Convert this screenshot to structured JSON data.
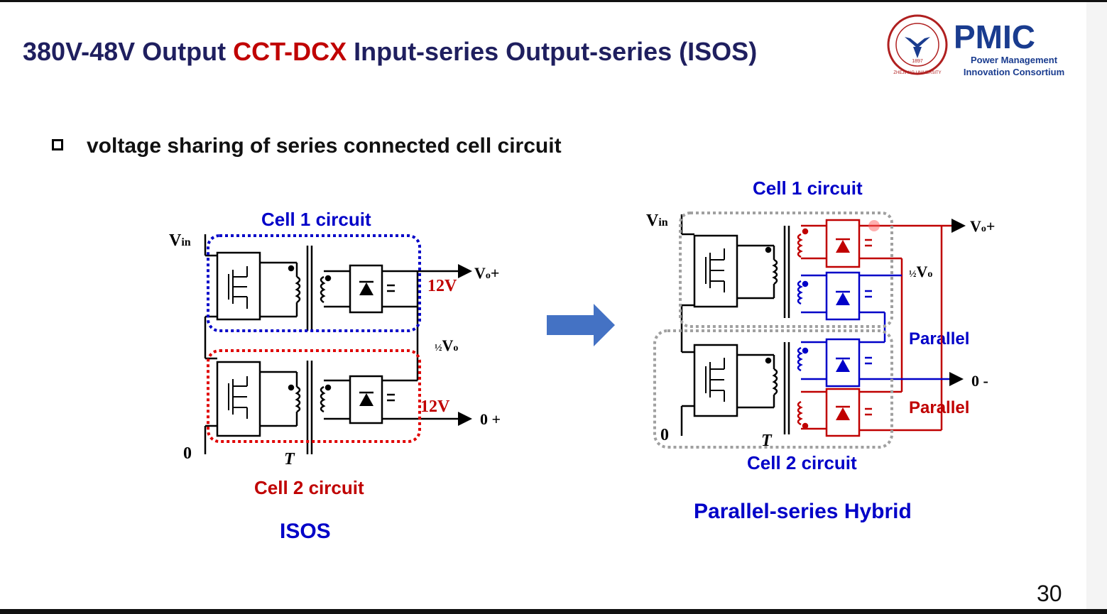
{
  "title": {
    "prefix": "380V-48V Output ",
    "highlight": "CCT-DCX",
    "suffix": " Input-series Output-series (ISOS)"
  },
  "bullet": "voltage sharing of series connected cell circuit",
  "page_number": "30",
  "logo": {
    "text": "PMIC",
    "sub1": "Power Management",
    "sub2": "Innovation Consortium",
    "seal_text": "ZHEJIANG UNIVERSITY",
    "seal_year": "1897"
  },
  "left": {
    "cell1": "Cell 1 circuit",
    "cell2": "Cell 2 circuit",
    "caption": "ISOS",
    "vin": "V",
    "vin_sub": "in",
    "zero": "0",
    "t": "T",
    "vo_plus": "V",
    "vo_plus_sub": "o",
    "vo_plus_sign": "+",
    "half_vo": "V",
    "half_vo_sub": "o",
    "v1": "12V",
    "v2": "12V",
    "zero_plus": "0 +"
  },
  "right": {
    "cell1": "Cell 1 circuit",
    "cell2": "Cell 2 circuit",
    "caption": "Parallel-series Hybrid",
    "parallel1": "Parallel",
    "parallel2": "Parallel",
    "vin": "V",
    "vin_sub": "in",
    "zero": "0",
    "t": "T",
    "vo_plus": "V",
    "vo_plus_sub": "o",
    "vo_plus_sign": "+",
    "half_vo": "V",
    "half_vo_sub": "o",
    "zero_minus": "0  -"
  },
  "colors": {
    "title": "#1f1f5f",
    "highlight": "#c00000",
    "blue": "#0000c8",
    "red": "#c00000",
    "arrow": "#4472c4"
  }
}
